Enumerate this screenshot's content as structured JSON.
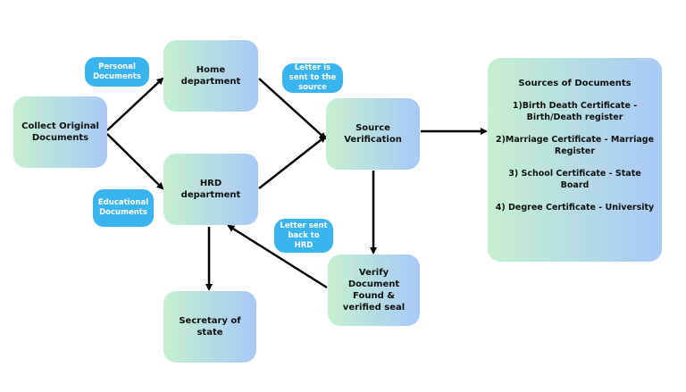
{
  "nodes": {
    "collect": "Collect Original Documents",
    "home": "Home department",
    "hrd": "HRD department",
    "source_verification": "Source Verification",
    "verify_document": "Verify Document Found & verified seal",
    "secretary": "Secretary of state"
  },
  "bubbles": {
    "personal": "Personal Documents",
    "educational": "Educational Documents",
    "letter_sent_source": "Letter is sent to the source",
    "letter_back_hrd": "Letter sent back to HRD"
  },
  "sources": {
    "title": "Sources of Documents",
    "items": [
      "1)Birth Death Certificate - Birth/Death register",
      "2)Marriage Certificate - Marriage Register",
      "3) School Certificate - State Board",
      "4) Degree Certificate - University"
    ]
  },
  "colors": {
    "bubble": "#3ab4ef",
    "node_gradient_start": "#c6f0d0",
    "node_gradient_end": "#a9c8f5",
    "arrow": "#000000"
  }
}
